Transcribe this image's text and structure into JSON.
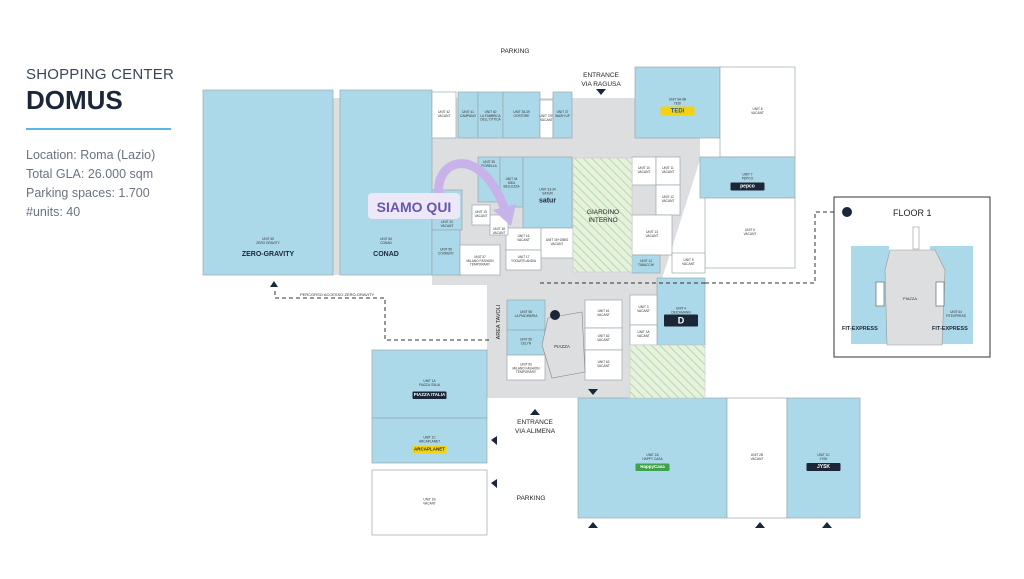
{
  "header": {
    "subtitle": "SHOPPING CENTER",
    "title": "DOMUS"
  },
  "info": [
    "Location: Roma (Lazio)",
    "Total GLA: 26.000 sqm",
    "Parking spaces: 1.700",
    "#units: 40"
  ],
  "labels": {
    "parking_top": "PARKING",
    "entrance_ragusa_1": "ENTRANCE",
    "entrance_ragusa_2": "VIA RAGUSA",
    "entrance_alimena_1": "ENTRANCE",
    "entrance_alimena_2": "VIA ALIMENA",
    "parking_bottom": "PARKING",
    "giardino_1": "GIARDINO",
    "giardino_2": "INTERNO",
    "area_tavoli": "AREA TAVOLI",
    "piazza": "PIAZZA",
    "percorso": "PERCORSO ACCESSO ZERO-GRAVITY",
    "siamo_qui": "SIAMO QUI"
  },
  "floor1": {
    "title": "FLOOR 1",
    "piazza": "PIAZZA",
    "unit": "UNIT 64",
    "tenant": "FITEXPRESS",
    "logo_left": "FIT-EXPRESS",
    "logo_right": "FIT-EXPRESS"
  },
  "units": [
    {
      "unit": "UNIT 65",
      "tenant": "ZERO GRAVITY",
      "logo": "ZERO-GRAVITY"
    },
    {
      "unit": "UNIT 66",
      "tenant": "CONAD",
      "logo": "CONAD"
    },
    {
      "unit": "UNIT 42",
      "tenant": "VACANT"
    },
    {
      "unit": "UNIT 41",
      "tenant": "CAMPANO"
    },
    {
      "unit": "UNIT 40",
      "tenant": "LA FABBRICA DELL'OTTICA"
    },
    {
      "unit": "UNIT 38-39",
      "tenant": "GOSTORE"
    },
    {
      "unit": "UNIT 37B",
      "tenant": "VACANT"
    },
    {
      "unit": "UNIT 37",
      "tenant": "WASH UP"
    },
    {
      "unit": "UNIT 9A-9B",
      "tenant": "TEDI",
      "logo": "TEDi"
    },
    {
      "unit": "UNIT 8",
      "tenant": "VACANT"
    },
    {
      "unit": "UNIT 7",
      "tenant": "PEPCO",
      "logo": "pepco"
    },
    {
      "unit": "UNIT 6",
      "tenant": "VACANT"
    },
    {
      "unit": "UNIT 10",
      "tenant": "VACANT"
    },
    {
      "unit": "UNIT 11",
      "tenant": "VACANT"
    },
    {
      "unit": "UNIT 12",
      "tenant": "VACANT"
    },
    {
      "unit": "UNIT 13",
      "tenant": "VACANT"
    },
    {
      "unit": "UNIT 14",
      "tenant": "TABACCHI"
    },
    {
      "unit": "UNIT 5",
      "tenant": "VACANT"
    },
    {
      "unit": "UNIT 4",
      "tenant": "DEICHMANN",
      "logo": "D"
    },
    {
      "unit": "UNIT 3",
      "tenant": "VACANT"
    },
    {
      "unit": "UNIT 3A",
      "tenant": "VACANT"
    },
    {
      "unit": "UNIT 35",
      "tenant": "FIORELLA"
    },
    {
      "unit": "UNIT 34",
      "tenant": "IDEA BELLEZZA"
    },
    {
      "unit": "UNIT 33-34",
      "tenant": "SATUR",
      "logo": "satur"
    },
    {
      "unit": "UNIT 16",
      "tenant": "VACANT"
    },
    {
      "unit": "UNIT 15+15BIS",
      "tenant": "VACANT"
    },
    {
      "unit": "UNIT 17",
      "tenant": "YOGURTLANDIA"
    },
    {
      "unit": "UNIT 18",
      "tenant": "VACANT"
    },
    {
      "unit": "UNIT 19",
      "tenant": "VACANT"
    },
    {
      "unit": "UNIT 20",
      "tenant": "VACANT"
    },
    {
      "unit": "UNIT 56",
      "tenant": "COOKERY"
    },
    {
      "unit": "UNIT 57",
      "tenant": "MILANO FASHION TEMPORARY"
    },
    {
      "unit": "UNIT 58",
      "tenant": "LA PIADINERIA"
    },
    {
      "unit": "UNIT 59",
      "tenant": "CELYN"
    },
    {
      "unit": "UNIT 60",
      "tenant": "MILANO FASHION TEMPORARY"
    },
    {
      "unit": "UNIT 61",
      "tenant": "VACANT"
    },
    {
      "unit": "UNIT 62",
      "tenant": "VACANT"
    },
    {
      "unit": "UNIT 63",
      "tenant": "VACANT"
    },
    {
      "unit": "UNIT 1A",
      "tenant": "PIAZZA ITALIA",
      "logo": "PIAZZA ITALIA"
    },
    {
      "unit": "UNIT 1C",
      "tenant": "ARCAPLANET",
      "logo": "ARCAPLANET"
    },
    {
      "unit": "UNIT 1B",
      "tenant": "VACANT"
    },
    {
      "unit": "UNIT 2A",
      "tenant": "HAPPY CASA",
      "logo": "HappyCasa"
    },
    {
      "unit": "UNIT 2B",
      "tenant": "VACANT"
    },
    {
      "unit": "UNIT 2C",
      "tenant": "JYSK",
      "logo": "JYSK"
    }
  ],
  "colors": {
    "unit_blue": "#acd9e9",
    "corridor": "#dcdedf",
    "accent": "#5ab8e6",
    "siamo_qui": "#6b55b0",
    "arrow": "#c7b3ea"
  }
}
